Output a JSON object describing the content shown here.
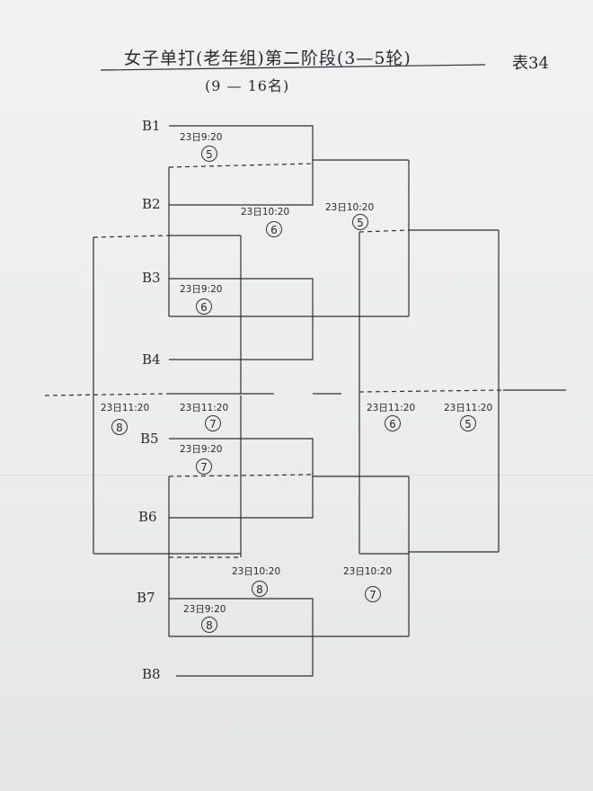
{
  "title": "女子单打(老年组)第二阶段(3—5轮)",
  "subtitle": "(9 — 16名)",
  "table_no": "表34",
  "players": [
    "B1",
    "B2",
    "B3",
    "B4",
    "B5",
    "B6",
    "B7",
    "B8"
  ],
  "matches": [
    {
      "time": "23日9:20",
      "no": "5"
    },
    {
      "time": "23日9:20",
      "no": "6"
    },
    {
      "time": "23日9:20",
      "no": "7"
    },
    {
      "time": "23日9:20",
      "no": "8"
    },
    {
      "time": "23日10:20",
      "no": "6"
    },
    {
      "time": "23日10:20",
      "no": "5"
    },
    {
      "time": "23日10:20",
      "no": "8"
    },
    {
      "time": "23日10:20",
      "no": "7"
    },
    {
      "time": "23日11:20",
      "no": "8"
    },
    {
      "time": "23日11:20",
      "no": "7"
    },
    {
      "time": "23日11:20",
      "no": "6"
    },
    {
      "time": "23日11:20",
      "no": "5"
    }
  ],
  "colors": {
    "ink": "#2a2a2e",
    "paper": "#eceef0"
  }
}
